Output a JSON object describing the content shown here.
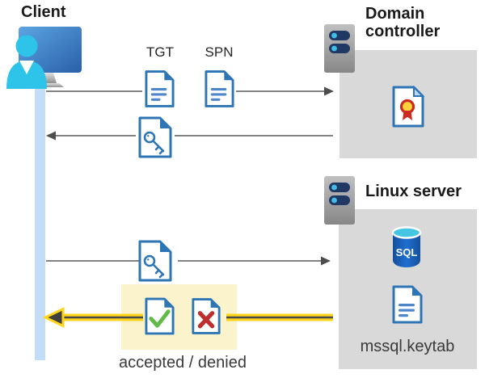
{
  "client": {
    "label": "Client"
  },
  "domain_controller": {
    "label": "Domain controller"
  },
  "linux_server": {
    "label": "Linux server"
  },
  "flows": {
    "tgt": "TGT",
    "spn": "SPN",
    "sql": "SQL",
    "keytab": "mssql.keytab",
    "result": "accepted / denied"
  },
  "colors": {
    "doc_blue": "#2E75B6",
    "doc_line_blue": "#4E87C9",
    "gray_box": "#D9D9D9",
    "arrow_gray": "#595959",
    "lifeline_blue": "#C3DDF8",
    "highlight_yellow_bg": "#FAF3CC",
    "highlight_yellow_line": "#FFD41C",
    "check_green": "#62BB46",
    "denied_red": "#BE2E2E",
    "cert_yellow": "#FFD23B",
    "cert_red": "#CC2A1E",
    "sql_cyan": "#45C7E4",
    "person_cyan": "#2EC4EA",
    "server_navy": "#1F3864",
    "server_dot_cyan": "#41BEE8",
    "text_dark": "#1A1A1A",
    "text_gray": "#3A3A3A"
  }
}
